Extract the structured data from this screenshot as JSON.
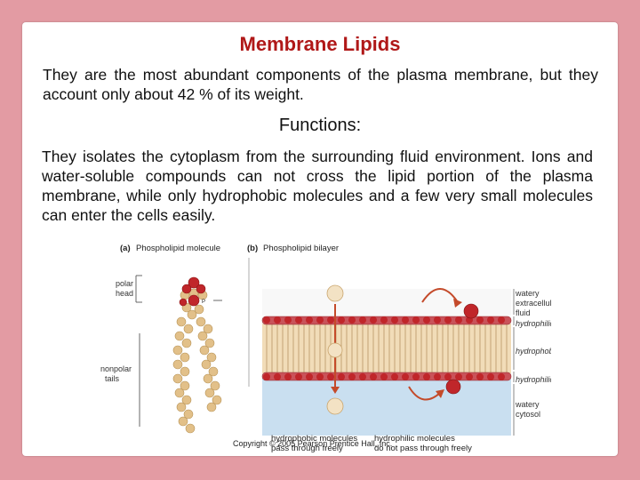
{
  "slide": {
    "title": "Membrane Lipids",
    "intro": "They are the most abundant components of the plasma membrane, but they account only about 42 % of its weight.",
    "subtitle": "Functions:",
    "body": "They isolates the cytoplasm from the surrounding fluid environment. Ions and water-soluble compounds can not cross the lipid portion of the plasma membrane, while only hydrophobic molecules and a few very small molecules can enter the cells easily."
  },
  "figure": {
    "panel_a_label": "(a)",
    "panel_a_title": "Phospholipid molecule",
    "panel_b_label": "(b)",
    "panel_b_title": "Phospholipid bilayer",
    "polar_head_line1": "polar",
    "polar_head_line2": "head",
    "nonpolar_tails_line1": "nonpolar",
    "nonpolar_tails_line2": "tails",
    "right_labels": {
      "watery_extracellular_1": "watery",
      "watery_extracellular_2": "extracellular",
      "watery_extracellular_3": "fluid",
      "hydrophilic_top": "hydrophilic",
      "hydrophobic": "hydrophobic",
      "hydrophilic_bottom": "hydrophilic",
      "watery_cytosol_1": "watery",
      "watery_cytosol_2": "cytosol"
    },
    "caption_left_1": "hydrophobic molecules",
    "caption_left_2": "pass through freely",
    "caption_right_1": "hydrophilic molecules",
    "caption_right_2": "do not pass through freely",
    "copyright": "Copyright © 2005 Pearson Prentice Hall, Inc.",
    "colors": {
      "head_red": "#c0262a",
      "tail_tan": "#e2c089",
      "water_blue": "#c9dff0",
      "arrow_red": "#c44a2a",
      "hydrophobic_particle": "#f3e2c4"
    }
  }
}
